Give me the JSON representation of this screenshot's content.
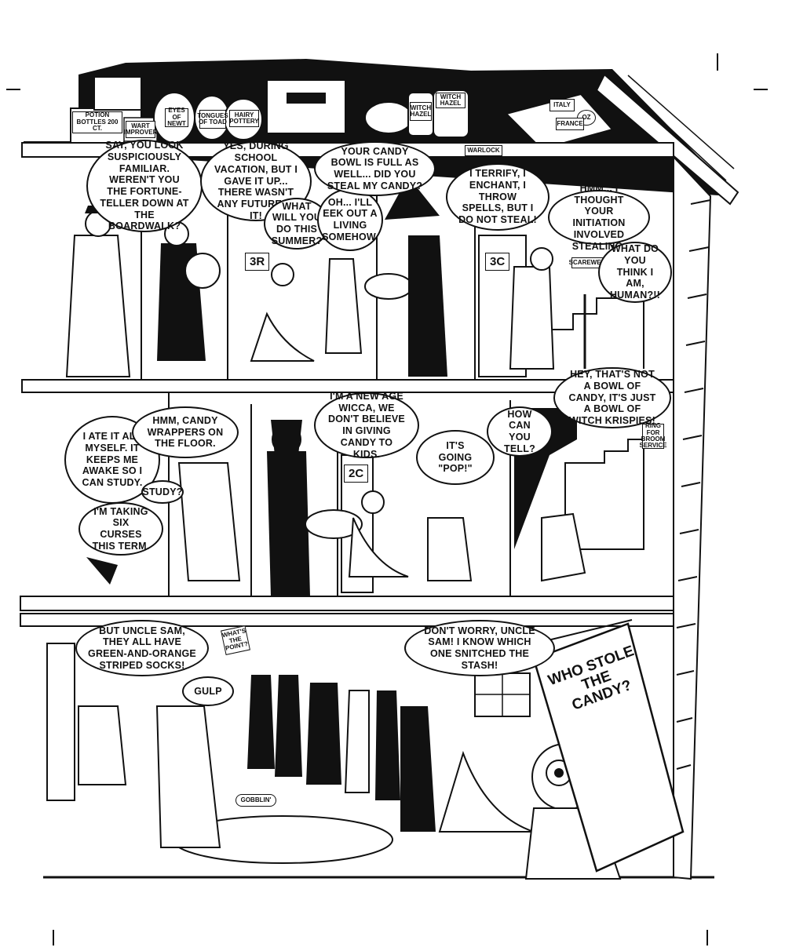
{
  "shelf_labels": {
    "potion_bottles": "POTION BOTTLES 200 CT.",
    "wart_improver": "WART IMPROVER",
    "eyes_of_newt": "EYES OF NEWT",
    "tongues_of_toad": "TONGUES OF TOAD",
    "hairy_pottery": "HAIRY POTTERY",
    "witch_hazel": "WITCH HAZEL",
    "italy": "ITALY",
    "oz": "OZ",
    "france": "FRANCE",
    "warlock": "WARLOCK"
  },
  "floor3": {
    "door_3r": "3R",
    "door_3c": "3C",
    "scarewell": "SCAREWELL",
    "bubbles": [
      "SAY, YOU LOOK SUSPICIOUSLY FAMILIAR. WEREN'T YOU THE FORTUNE-TELLER DOWN AT THE BOARDWALK?",
      "YES, DURING SCHOOL VACATION, BUT I GAVE IT UP... THERE WASN'T ANY FUTURE IN IT!",
      "WHAT WILL YOU DO THIS SUMMER?",
      "OH... I'LL EEK OUT A LIVING SOMEHOW.",
      "YOUR CANDY BOWL IS FULL AS WELL... DID YOU STEAL MY CANDY?",
      "I TERRIFY, I ENCHANT, I THROW SPELLS, BUT I DO NOT STEAL!",
      "HMM... I THOUGHT YOUR INITIATION INVOLVED STEALING.",
      "WHAT DO YOU THINK I AM, HUMAN?!!"
    ]
  },
  "floor2": {
    "door_2c": "2C",
    "broom_sign": "RING FOR BROOM SERVICE",
    "bubbles": [
      "I ATE IT ALL MYSELF. IT KEEPS ME AWAKE SO I CAN STUDY.",
      "HMM, CANDY WRAPPERS ON THE FLOOR.",
      "STUDY?",
      "I'M TAKING SIX CURSES THIS TERM.",
      "I'M A NEW AGE WICCA, WE DON'T BELIEVE IN GIVING CANDY TO KIDS.",
      "IT'S GOING \"POP!\"",
      "HOW CAN YOU TELL?",
      "HEY, THAT'S NOT A BOWL OF CANDY, IT'S JUST A BOWL OF WITCH KRISPIES!"
    ]
  },
  "floor1": {
    "sign": "WHAT'S THE POINT?",
    "gobblin": "GOBBLIN'",
    "scroll_title": "WHO STOLE THE CANDY?",
    "bubbles": [
      "BUT UNCLE SAM, THEY ALL HAVE GREEN-AND-ORANGE STRIPED SOCKS!",
      "GULP",
      "DON'T WORRY, UNCLE SAM! I KNOW WHICH ONE SNITCHED THE STASH!"
    ]
  }
}
